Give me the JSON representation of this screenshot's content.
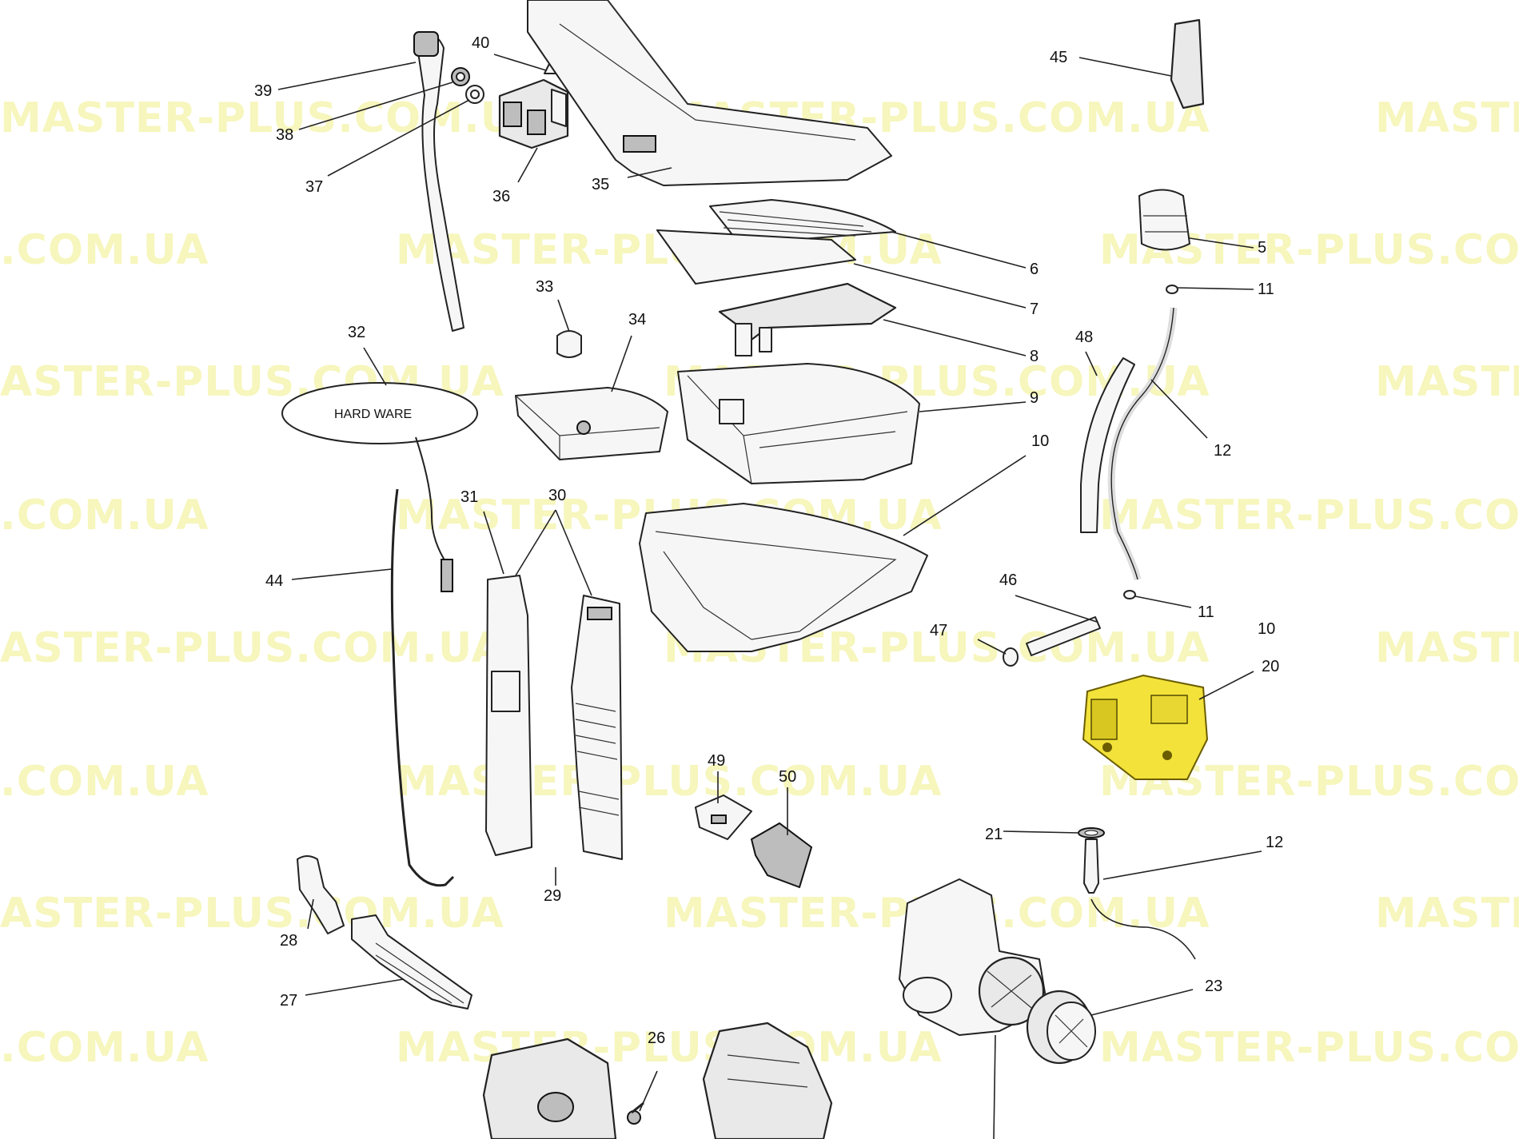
{
  "watermark": {
    "text": "MASTER-PLUS.COM.UA",
    "partial_left": "ASTER-PLUS.COM.UA",
    "partial_short": ".COM.UA",
    "partial_right": "MASTE",
    "color": "#f4f3a8"
  },
  "hardware_label": "HARD    WARE",
  "highlight_color": "#f2e23a",
  "callouts": [
    "39",
    "38",
    "37",
    "40",
    "36",
    "35",
    "45",
    "6",
    "7",
    "5",
    "11",
    "33",
    "34",
    "8",
    "32",
    "48",
    "9",
    "12",
    "10",
    "31",
    "30",
    "44",
    "46",
    "11",
    "47",
    "10",
    "20",
    "49",
    "50",
    "29",
    "21",
    "12",
    "28",
    "27",
    "26",
    "23"
  ]
}
